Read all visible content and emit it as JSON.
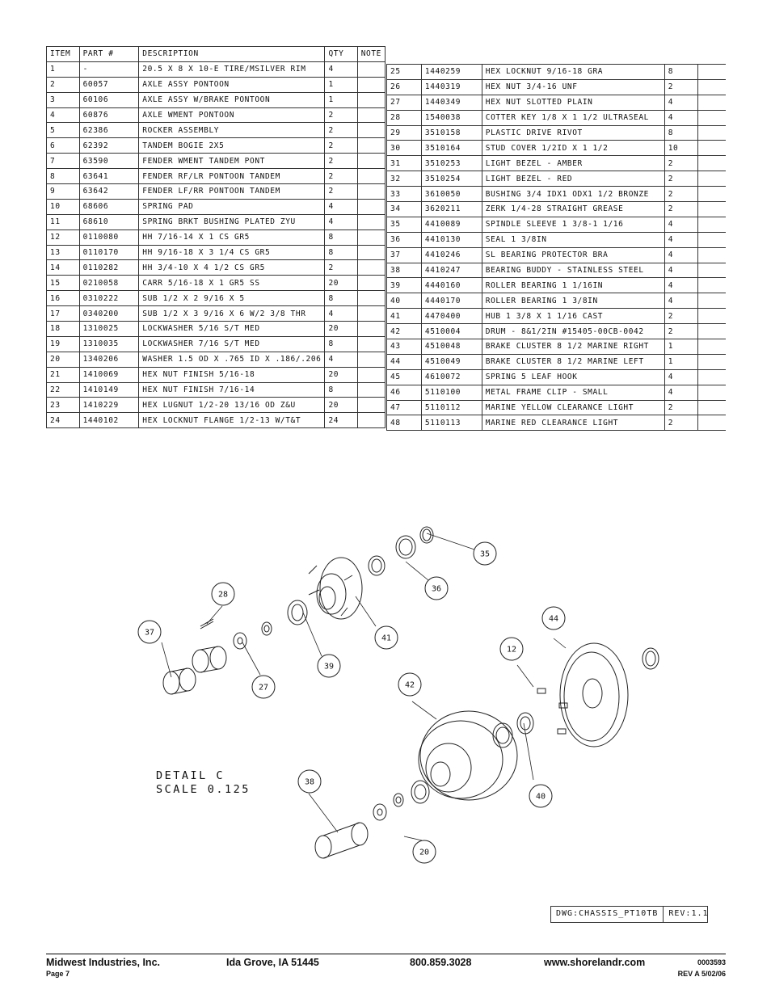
{
  "parts_table": {
    "headers": [
      "ITEM",
      "PART #",
      "DESCRIPTION",
      "QTY",
      "NOTE"
    ],
    "rows_left": [
      [
        "1",
        "-",
        "20.5 X 8 X 10-E TIRE/MSILVER RIM",
        "4",
        ""
      ],
      [
        "2",
        "60057",
        "AXLE ASSY  PONTOON",
        "1",
        ""
      ],
      [
        "3",
        "60106",
        "AXLE ASSY  W/BRAKE PONTOON",
        "1",
        ""
      ],
      [
        "4",
        "60876",
        "AXLE WMENT   PONTOON",
        "2",
        ""
      ],
      [
        "5",
        "62386",
        "ROCKER ASSEMBLY",
        "2",
        ""
      ],
      [
        "6",
        "62392",
        "TANDEM BOGIE   2X5",
        "2",
        ""
      ],
      [
        "7",
        "63590",
        "FENDER WMENT TANDEM PONT",
        "2",
        ""
      ],
      [
        "8",
        "63641",
        "FENDER   RF/LR PONTOON TANDEM",
        "2",
        ""
      ],
      [
        "9",
        "63642",
        "FENDER   LF/RR PONTOON TANDEM",
        "2",
        ""
      ],
      [
        "10",
        "68606",
        "SPRING PAD",
        "4",
        ""
      ],
      [
        "11",
        "68610",
        "SPRING BRKT BUSHING PLATED ZYU",
        "4",
        ""
      ],
      [
        "12",
        "0110080",
        "HH 7/16-14 X 1 CS GR5",
        "8",
        ""
      ],
      [
        "13",
        "0110170",
        "HH 9/16-18 X 3 1/4 CS GR5",
        "8",
        ""
      ],
      [
        "14",
        "0110282",
        "HH 3/4-10 X 4 1/2 CS GR5",
        "2",
        ""
      ],
      [
        "15",
        "0210058",
        "CARR 5/16-18 X 1 GR5 SS",
        "20",
        ""
      ],
      [
        "16",
        "0310222",
        "SUB 1/2 X 2 9/16 X 5",
        "8",
        ""
      ],
      [
        "17",
        "0340200",
        "SUB 1/2 X 3 9/16 X 6 W/2 3/8 THR",
        "4",
        ""
      ],
      [
        "18",
        "1310025",
        "LOCKWASHER 5/16 S/T MED",
        "20",
        ""
      ],
      [
        "19",
        "1310035",
        "LOCKWASHER 7/16 S/T MED",
        "8",
        ""
      ],
      [
        "20",
        "1340206",
        "WASHER 1.5 OD X .765 ID X .186/.206",
        "4",
        ""
      ],
      [
        "21",
        "1410069",
        "HEX NUT FINISH 5/16-18",
        "20",
        ""
      ],
      [
        "22",
        "1410149",
        "HEX NUT FINISH 7/16-14",
        "8",
        ""
      ],
      [
        "23",
        "1410229",
        "HEX LUGNUT 1/2-20 13/16 OD Z&U",
        "20",
        ""
      ],
      [
        "24",
        "1440102",
        "HEX LOCKNUT FLANGE 1/2-13 W/T&T",
        "24",
        ""
      ]
    ],
    "rows_right": [
      [
        "25",
        "1440259",
        "HEX LOCKNUT 9/16-18 GRA",
        "8",
        ""
      ],
      [
        "26",
        "1440319",
        "HEX NUT 3/4-16 UNF",
        "2",
        ""
      ],
      [
        "27",
        "1440349",
        "HEX NUT SLOTTED PLAIN",
        "4",
        ""
      ],
      [
        "28",
        "1540038",
        "COTTER KEY 1/8 X 1 1/2 ULTRASEAL",
        "4",
        ""
      ],
      [
        "29",
        "3510158",
        "PLASTIC DRIVE RIVOT",
        "8",
        ""
      ],
      [
        "30",
        "3510164",
        "STUD COVER 1/2ID X 1 1/2",
        "10",
        ""
      ],
      [
        "31",
        "3510253",
        "LIGHT BEZEL - AMBER",
        "2",
        ""
      ],
      [
        "32",
        "3510254",
        "LIGHT BEZEL - RED",
        "2",
        ""
      ],
      [
        "33",
        "3610050",
        "BUSHING  3/4 IDX1 ODX1 1/2 BRONZE",
        "2",
        ""
      ],
      [
        "34",
        "3620211",
        "ZERK  1/4-28 STRAIGHT GREASE",
        "2",
        ""
      ],
      [
        "35",
        "4410089",
        "SPINDLE SLEEVE  1 3/8-1 1/16",
        "4",
        ""
      ],
      [
        "36",
        "4410130",
        "SEAL  1 3/8IN",
        "4",
        ""
      ],
      [
        "37",
        "4410246",
        "SL BEARING PROTECTOR BRA",
        "4",
        ""
      ],
      [
        "38",
        "4410247",
        "BEARING BUDDY - STAINLESS STEEL",
        "4",
        ""
      ],
      [
        "39",
        "4440160",
        "ROLLER BEARING   1 1/16IN",
        "4",
        ""
      ],
      [
        "40",
        "4440170",
        "ROLLER BEARING   1 3/8IN",
        "4",
        ""
      ],
      [
        "41",
        "4470400",
        "HUB  1 3/8 X 1 1/16 CAST",
        "2",
        ""
      ],
      [
        "42",
        "4510004",
        "DRUM - 8&1/2IN #15405-00CB-0042",
        "2",
        ""
      ],
      [
        "43",
        "4510048",
        "BRAKE CLUSTER 8 1/2 MARINE RIGHT",
        "1",
        ""
      ],
      [
        "44",
        "4510049",
        "BRAKE CLUSTER 8 1/2 MARINE LEFT",
        "1",
        ""
      ],
      [
        "45",
        "4610072",
        "SPRING  5 LEAF HOOK",
        "4",
        ""
      ],
      [
        "46",
        "5110100",
        "METAL FRAME CLIP - SMALL",
        "4",
        ""
      ],
      [
        "47",
        "5110112",
        "MARINE YELLOW CLEARANCE LIGHT",
        "2",
        ""
      ],
      [
        "48",
        "5110113",
        "MARINE RED CLEARANCE LIGHT",
        "2",
        ""
      ]
    ]
  },
  "drawing": {
    "detail_line1": "DETAIL  C",
    "detail_line2": "SCALE  0.125",
    "callouts": [
      "35",
      "36",
      "28",
      "41",
      "37",
      "39",
      "27",
      "44",
      "12",
      "42",
      "38",
      "40",
      "20"
    ]
  },
  "title_block": {
    "dwg": "DWG:CHASSIS_PT10TB",
    "rev": "REV:1.1"
  },
  "footer": {
    "company": "Midwest Industries, Inc.",
    "city": "Ida Grove, IA  51445",
    "phone": "800.859.3028",
    "website": "www.shorelandr.com",
    "doc_number": "0003593",
    "page": "Page 7",
    "revision": "REV A  5/02/06"
  }
}
